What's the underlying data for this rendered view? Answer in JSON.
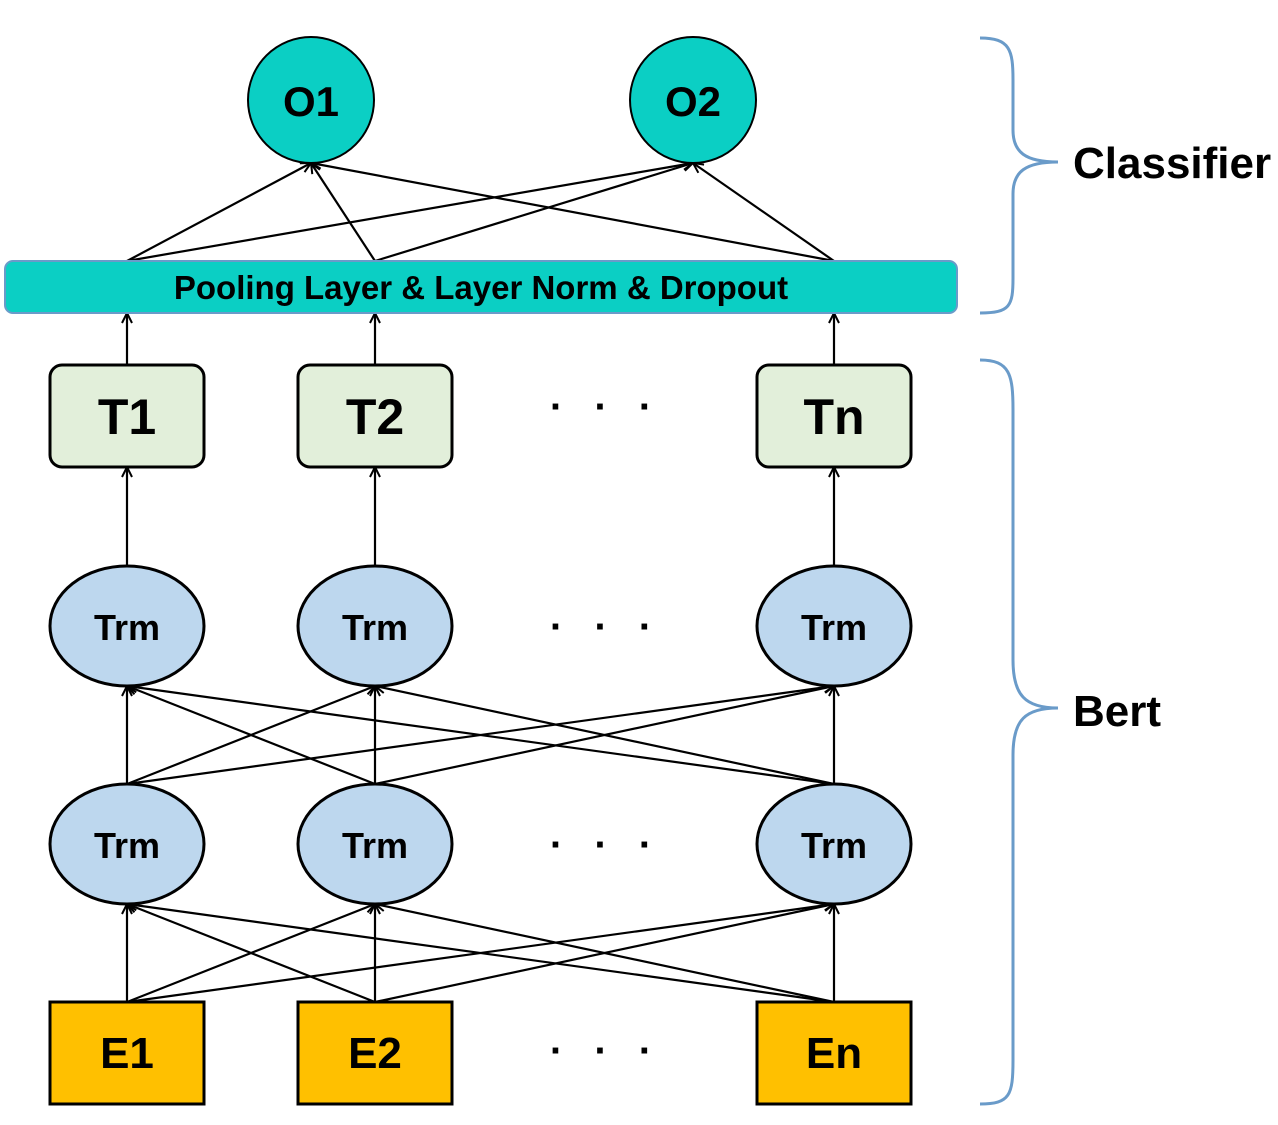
{
  "outputs": [
    {
      "id": "o1",
      "label": "O1"
    },
    {
      "id": "o2",
      "label": "O2"
    }
  ],
  "pooling": {
    "label": "Pooling Layer & Layer Norm & Dropout"
  },
  "tokens": [
    {
      "id": "t1",
      "label": "T1"
    },
    {
      "id": "t2",
      "label": "T2"
    },
    {
      "id": "tn",
      "label": "Tn"
    }
  ],
  "trm_upper": [
    {
      "id": "u1",
      "label": "Trm"
    },
    {
      "id": "u2",
      "label": "Trm"
    },
    {
      "id": "un",
      "label": "Trm"
    }
  ],
  "trm_lower": [
    {
      "id": "l1",
      "label": "Trm"
    },
    {
      "id": "l2",
      "label": "Trm"
    },
    {
      "id": "ln",
      "label": "Trm"
    }
  ],
  "embeddings": [
    {
      "id": "e1",
      "label": "E1"
    },
    {
      "id": "e2",
      "label": "E2"
    },
    {
      "id": "en",
      "label": "En"
    }
  ],
  "ellipsis": "· · ·",
  "groups": {
    "classifier": "Classifier",
    "bert": "Bert"
  },
  "colors": {
    "teal": "#0bcfc4",
    "token_fill": "#e2efda",
    "trm_fill": "#bdd7ee",
    "embed_fill": "#ffc000",
    "brace": "#6a9bc9"
  }
}
